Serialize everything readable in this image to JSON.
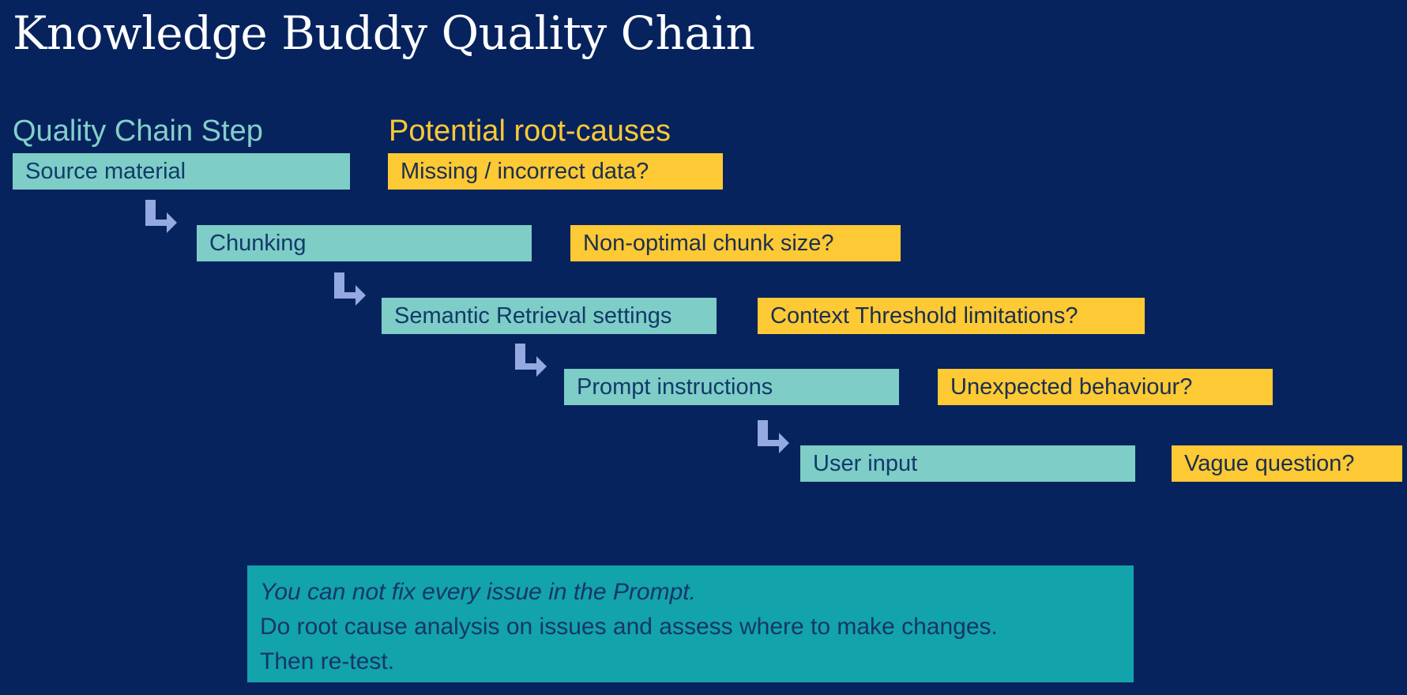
{
  "slide": {
    "title": "Knowledge Buddy Quality Chain",
    "background_color": "#07235e"
  },
  "columns": {
    "step_header": "Quality Chain Step",
    "step_header_color": "#84cfc9",
    "cause_header": "Potential root-causes",
    "cause_header_color": "#fdc934"
  },
  "palette": {
    "step_box": "#7ecdc6",
    "cause_box": "#fdc934",
    "arrow": "#93a9e0",
    "callout": "#12a3ab",
    "box_text": "#123a6b"
  },
  "chain": [
    {
      "step": "Source material",
      "cause": "Missing / incorrect data?",
      "has_arrow": false
    },
    {
      "step": "Chunking",
      "cause": "Non-optimal chunk size?",
      "has_arrow": true
    },
    {
      "step": "Semantic Retrieval settings",
      "cause": "Context Threshold limitations?",
      "has_arrow": true
    },
    {
      "step": "Prompt instructions",
      "cause": "Unexpected behaviour?",
      "has_arrow": true
    },
    {
      "step": "User input",
      "cause": "Vague question?",
      "has_arrow": true
    }
  ],
  "callout": {
    "line1": "You can not fix every issue in the Prompt.",
    "line2": "Do root cause analysis on issues and assess where to make changes.",
    "line3": "Then re-test."
  }
}
